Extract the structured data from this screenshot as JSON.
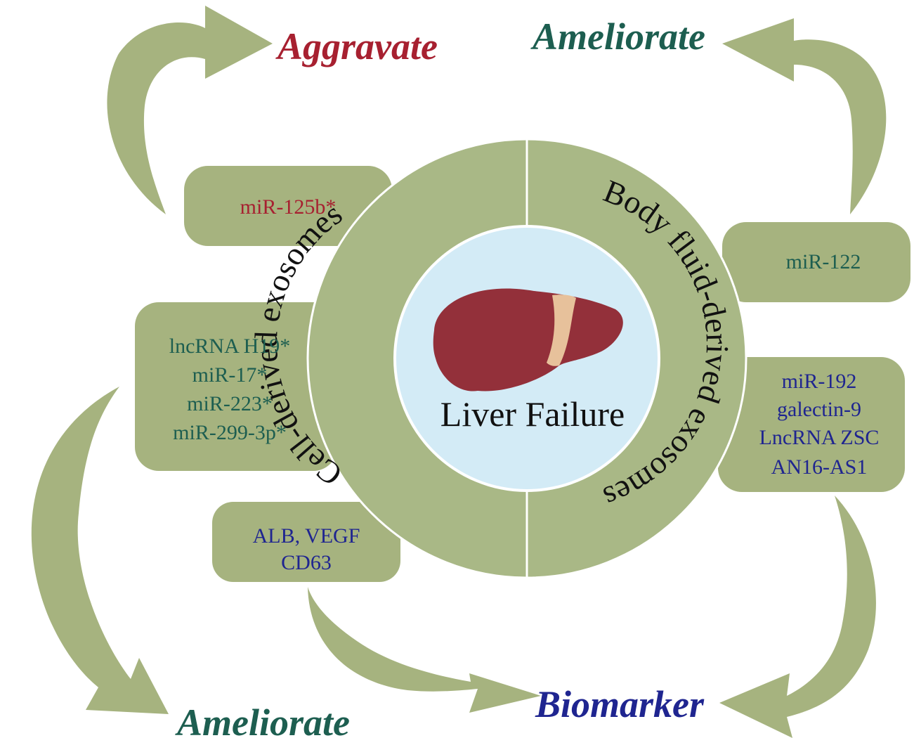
{
  "center": {
    "label": "Liver Failure"
  },
  "ring": {
    "left_label": "Cell-derived exosomes",
    "right_label": "Body fluid-derived exosomes"
  },
  "outcomes": {
    "top_left": "Aggravate",
    "top_right": "Ameliorate",
    "bottom_left": "Ameliorate",
    "bottom_right": "Biomarker"
  },
  "boxes": {
    "mir125b": [
      "miR-125b*"
    ],
    "cell_list": [
      "lncRNA H19*",
      "miR-17*",
      "miR-223*",
      "miR-299-3p*"
    ],
    "alb_vegf": [
      "ALB, VEGF",
      "CD63"
    ],
    "mir122": [
      "miR-122"
    ],
    "fluid_list": [
      "miR-192",
      "galectin-9",
      "LncRNA ZSC",
      "AN16-AS1"
    ]
  },
  "colors": {
    "olive": "#a6b37f",
    "ring_fill": "#a9b886",
    "center_fill": "#d3ebf6",
    "liver": "#93303a",
    "gallbladder": "#e7c19b",
    "red_text": "#a72030",
    "teal_text": "#1d5e50",
    "navy_text": "#1f2590"
  }
}
